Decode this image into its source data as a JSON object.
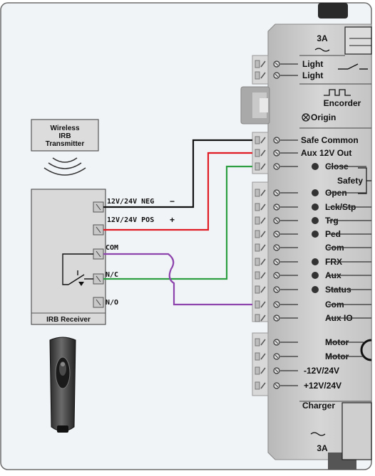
{
  "transmitter": {
    "line1": "Wireless",
    "line2": "IRB",
    "line3": "Transmitter"
  },
  "receiver": {
    "title": "IRB Receiver",
    "terminals": {
      "neg": "12V/24V NEG",
      "neg_sign": "−",
      "pos": "12V/24V POS",
      "pos_sign": "+",
      "com": "COM",
      "nc": "N/C",
      "no": "N/O"
    }
  },
  "controller": {
    "fuse_top": "3A",
    "fuse_bottom": "3A",
    "charger": "Charger",
    "encoder": "Encorder",
    "origin": "Origin",
    "terminals": [
      {
        "label": "Light"
      },
      {
        "label": "Light"
      },
      {
        "label": "Safe Common"
      },
      {
        "label": "Aux 12V Out"
      },
      {
        "label": "Close"
      },
      {
        "label": "Open"
      },
      {
        "label": "Lck/Stp"
      },
      {
        "label": "Trg"
      },
      {
        "label": "Ped"
      },
      {
        "label": "Com"
      },
      {
        "label": "FRX"
      },
      {
        "label": "Aux"
      },
      {
        "label": "Status"
      },
      {
        "label": "Com"
      },
      {
        "label": "Aux IO"
      },
      {
        "label": "Motor"
      },
      {
        "label": "Motor"
      },
      {
        "label": "-12V/24V"
      },
      {
        "label": "+12V/24V"
      }
    ],
    "safety": "Safety"
  },
  "colors": {
    "neg_wire": "#111111",
    "pos_wire": "#e01b24",
    "com_wire": "#8e44ad",
    "nc_wire": "#2ea043",
    "board": "#c9c9c9",
    "panel": "#f1f4f7",
    "box": "#d9d9d9"
  }
}
